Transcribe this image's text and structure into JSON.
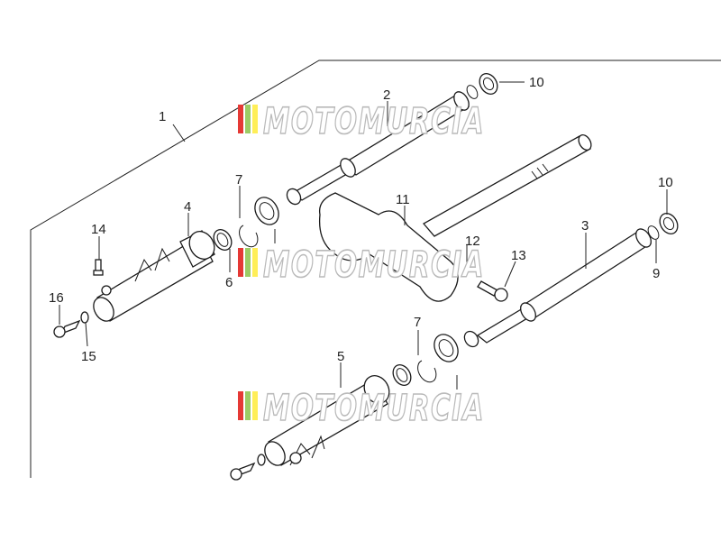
{
  "callouts": {
    "c1": "1",
    "c2": "2",
    "c3": "3",
    "c4": "4",
    "c5": "5",
    "c6": "6",
    "c7a": "7",
    "c7b": "7",
    "c9": "9",
    "c10a": "10",
    "c10b": "10",
    "c11": "11",
    "c12": "12",
    "c13": "13",
    "c14": "14",
    "c15": "15",
    "c16": "16"
  },
  "watermark": {
    "text": "MOTOMURCIA",
    "stripe_colors": [
      "#e53935",
      "#9ccc65",
      "#ffee58"
    ]
  },
  "colors": {
    "line": "#1a1a1a",
    "watermark_outline": "#b9b9b9"
  }
}
